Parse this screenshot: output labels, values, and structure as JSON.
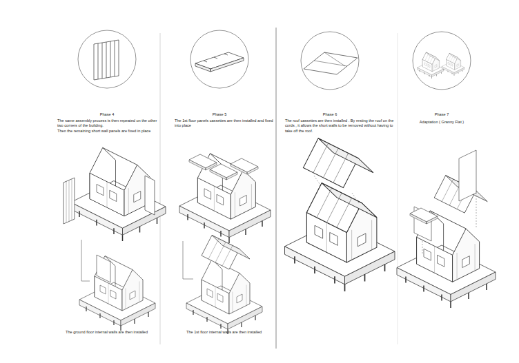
{
  "diagram": {
    "labels": [
      "Phase 4",
      "The same assembly process is then repeated on the other two corners of the building.",
      "Then the remaining short wall panels are fixed in place",
      "Phase 5",
      "The 1st floor panels cassettes are then installed and fixed into place",
      "Phase 6",
      "The roof cassettes are then installed . By resting the roof on the cords , it allows the short walls to be removed without having to take off the roof.",
      "Phase 7",
      "Adaptation ( Granny Flat )",
      "The ground floor internal walls are then installed",
      "The 1st floor internal walls are then installed"
    ]
  }
}
